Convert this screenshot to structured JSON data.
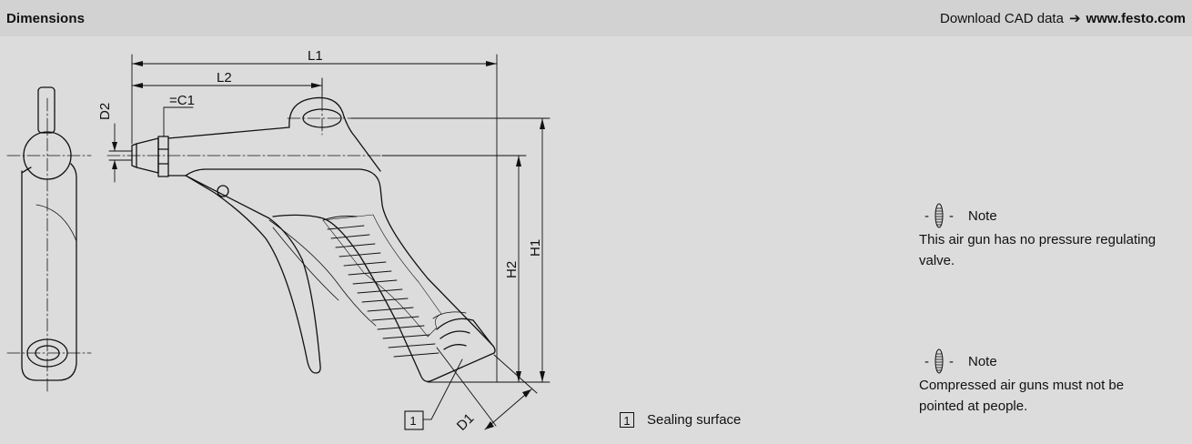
{
  "header": {
    "title": "Dimensions",
    "download_text": "Download CAD data",
    "arrow": "➔",
    "link": "www.festo.com"
  },
  "drawing": {
    "labels": {
      "L1": "L1",
      "L2": "L2",
      "D2": "D2",
      "H1": "H1",
      "H2": "H2",
      "D1": "D1",
      "wrench": "=C1",
      "callout_number": "1"
    }
  },
  "legend": {
    "number": "1",
    "text": "Sealing surface"
  },
  "notes": [
    {
      "label": "Note",
      "text": "This air gun has no pressure regulating valve."
    },
    {
      "label": "Note",
      "text": "Compressed air guns must not be pointed at people."
    }
  ],
  "colors": {
    "background": "#dcdcdc",
    "header": "#d2d2d2",
    "line": "#111111"
  }
}
